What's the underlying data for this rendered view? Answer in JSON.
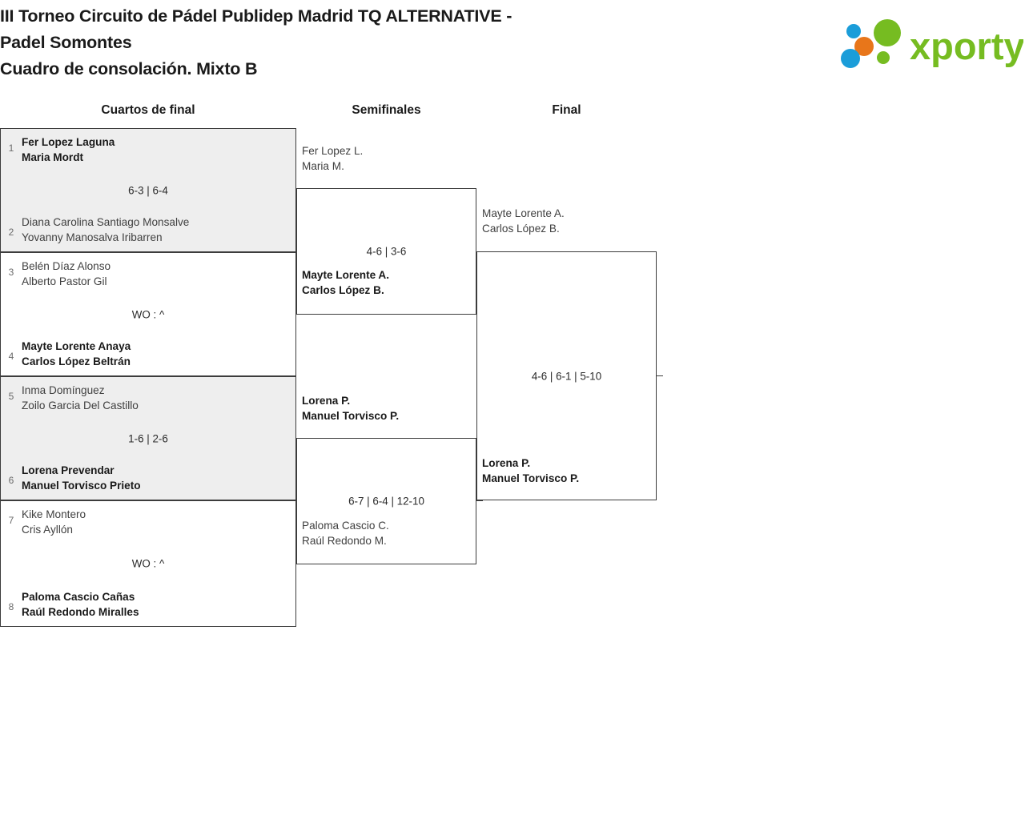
{
  "header": {
    "title_lines": [
      "III Torneo Circuito de Pádel Publidep Madrid TQ ALTERNATIVE -",
      "Padel Somontes",
      "Cuadro de consolación. Mixto B"
    ],
    "logo_text": "xporty",
    "logo_colors": {
      "green": "#76bc21",
      "blue": "#1b9dd9",
      "orange": "#e8761a"
    }
  },
  "rounds": [
    {
      "id": "cuartos",
      "label": "Cuartos de final"
    },
    {
      "id": "semifinales",
      "label": "Semifinales"
    },
    {
      "id": "final",
      "label": "Final"
    }
  ],
  "quarter_finals": [
    {
      "score": "6-3 | 6-4",
      "shaded": true,
      "top": {
        "seed": "1",
        "line1": "Fer Lopez Laguna",
        "line2": "Maria Mordt",
        "winner": true
      },
      "bottom": {
        "seed": "2",
        "line1": "Diana Carolina Santiago Monsalve",
        "line2": "Yovanny Manosalva Iribarren",
        "winner": false
      }
    },
    {
      "score": "WO : ^",
      "shaded": false,
      "top": {
        "seed": "3",
        "line1": "Belén Díaz Alonso",
        "line2": "Alberto Pastor Gil",
        "winner": false
      },
      "bottom": {
        "seed": "4",
        "line1": "Mayte Lorente Anaya",
        "line2": "Carlos López Beltrán",
        "winner": true
      }
    },
    {
      "score": "1-6 | 2-6",
      "shaded": true,
      "top": {
        "seed": "5",
        "line1": "Inma Domínguez",
        "line2": "Zoilo Garcia Del Castillo",
        "winner": false
      },
      "bottom": {
        "seed": "6",
        "line1": "Lorena Prevendar",
        "line2": "Manuel Torvisco Prieto",
        "winner": true
      }
    },
    {
      "score": "WO : ^",
      "shaded": false,
      "top": {
        "seed": "7",
        "line1": "Kike Montero",
        "line2": "Cris Ayllón",
        "winner": false
      },
      "bottom": {
        "seed": "8",
        "line1": "Paloma Cascio Cañas",
        "line2": "Raúl Redondo Miralles",
        "winner": true
      }
    }
  ],
  "semi_finals": [
    {
      "score": "4-6 | 3-6",
      "top": {
        "line1": "Fer Lopez L.",
        "line2": "Maria M.",
        "winner": false
      },
      "bottom": {
        "line1": "Mayte Lorente A.",
        "line2": "Carlos López B.",
        "winner": true
      }
    },
    {
      "score": "6-7 | 6-4 | 12-10",
      "top": {
        "line1": "Lorena P.",
        "line2": "Manuel Torvisco P.",
        "winner": true
      },
      "bottom": {
        "line1": "Paloma Cascio C.",
        "line2": "Raúl Redondo M.",
        "winner": false
      }
    }
  ],
  "final": {
    "score": "4-6 | 6-1 | 5-10",
    "top": {
      "line1": "Mayte Lorente A.",
      "line2": "Carlos López B.",
      "winner": false
    },
    "bottom": {
      "line1": "Lorena P.",
      "line2": "Manuel Torvisco P.",
      "winner": true
    }
  }
}
